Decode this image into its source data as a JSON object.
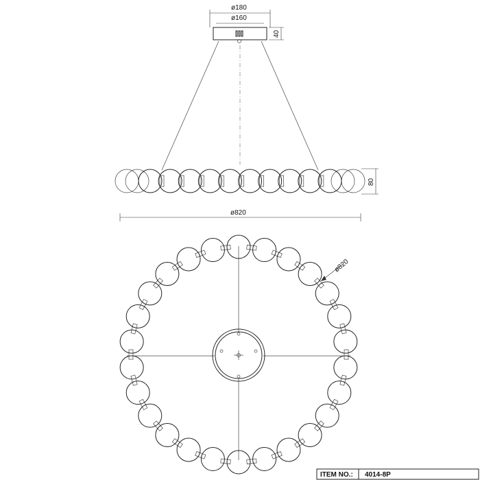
{
  "dimensions": {
    "canopy_outer": "ø180",
    "canopy_inner": "ø160",
    "canopy_height": "40",
    "ring_height": "80",
    "ring_width": "ø820",
    "ring_diameter": "ø820"
  },
  "title_block": {
    "label": "ITEM NO.:",
    "value": "4014-8P"
  },
  "layout_counts": {
    "side_view_spheres": 14,
    "top_view_spheres": 26
  }
}
